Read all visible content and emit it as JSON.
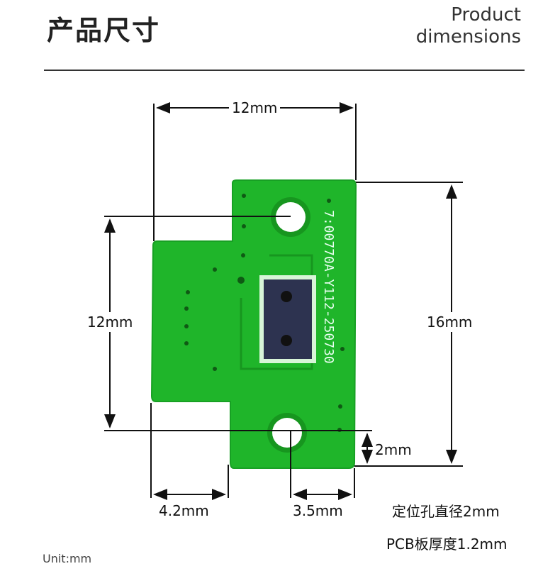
{
  "header": {
    "title": "产品尺寸",
    "subtitle_line1": "Product",
    "subtitle_line2": "dimensions"
  },
  "dimensions": {
    "top_width": "12mm",
    "left_height": "12mm",
    "right_height": "16mm",
    "hole_offset": "2mm",
    "left_offset": "4.2mm",
    "right_offset": "3.5mm"
  },
  "notes": {
    "hole_diameter": "定位孔直径2mm",
    "pcb_thickness": "PCB板厚度1.2mm"
  },
  "unit": "Unit:mm",
  "pcb": {
    "silkscreen": "7:00770A-Y112-250730",
    "color": "#1fb52a"
  }
}
